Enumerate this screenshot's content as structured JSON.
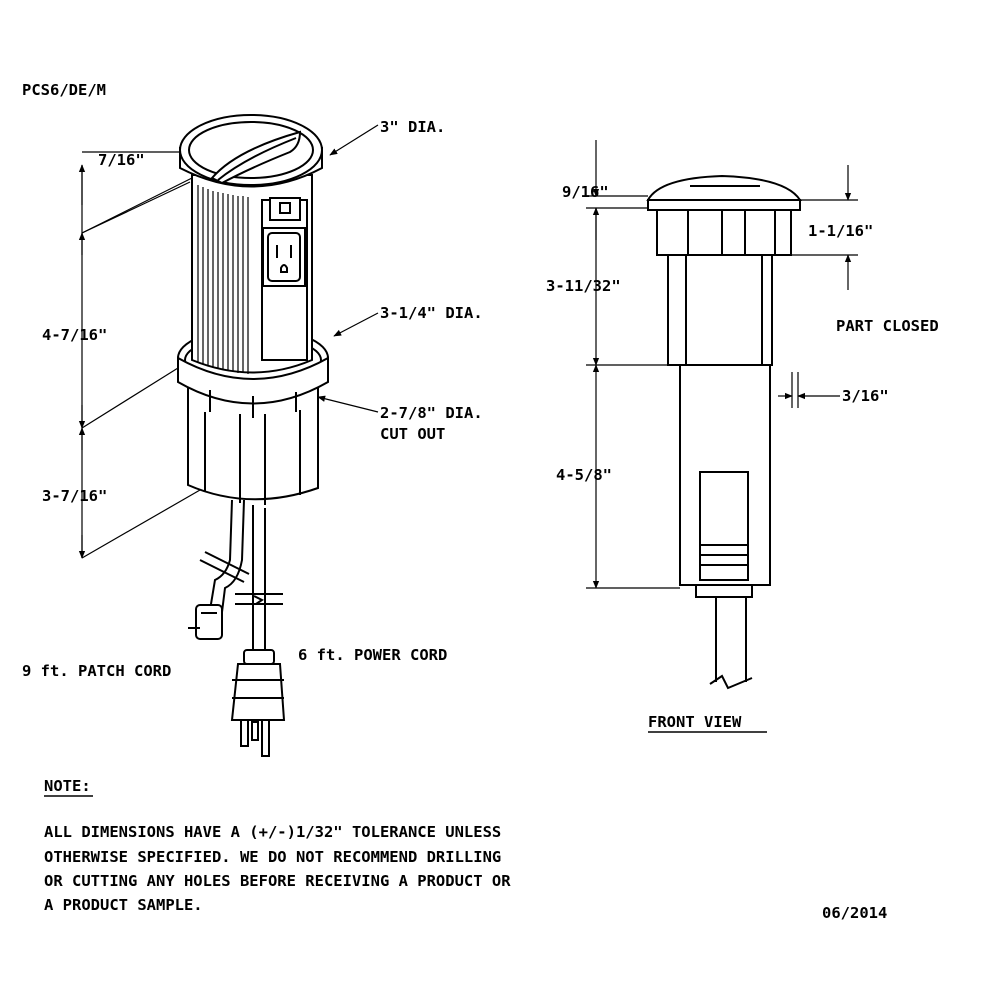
{
  "drawing": {
    "part_number": "PCS6/DE/M",
    "date": "06/2014",
    "view_label": "FRONT VIEW"
  },
  "iso_dims": {
    "top_dia": "3\" DIA.",
    "mid_dia": "3-1/4\" DIA.",
    "cutout_line1": "2-7/8\" DIA.",
    "cutout_line2": "CUT OUT",
    "h_top": "7/16\"",
    "h_mid": "4-7/16\"",
    "h_bottom": "3-7/16\"",
    "patch_cord": "9 ft. PATCH CORD",
    "power_cord": "6 ft. POWER CORD"
  },
  "front_dims": {
    "cap": "9/16\"",
    "upper": "3-11/32\"",
    "lower": "4-5/8\"",
    "right_top": "1-1/16\"",
    "part_closed": "PART CLOSED",
    "offset": "3/16\""
  },
  "note": {
    "heading": "NOTE",
    "lines": [
      "ALL DIMENSIONS HAVE A (+/-)1/32\" TOLERANCE UNLESS",
      "OTHERWISE SPECIFIED. WE DO NOT RECOMMEND DRILLING",
      "OR CUTTING ANY HOLES BEFORE RECEIVING A PRODUCT OR",
      "A PRODUCT SAMPLE."
    ]
  }
}
